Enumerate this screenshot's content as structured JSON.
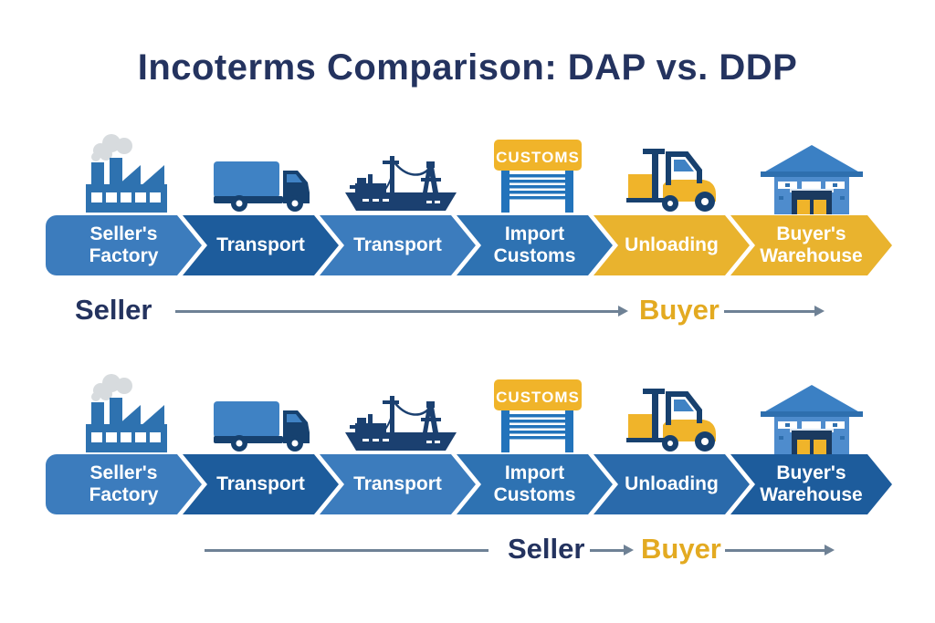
{
  "title": "Incoterms Comparison: DAP vs. DDP",
  "colors": {
    "background": "#ffffff",
    "title_navy": "#24335f",
    "blue_medium": "#3c7cbd",
    "blue_medium_2": "#2e72b2",
    "blue_dark": "#1d5c9c",
    "blue_mid_dark": "#2a6aab",
    "yellow": "#e9b32e",
    "chevron_text": "#ffffff",
    "seller_label_text": "#24335f",
    "buyer_label_text": "#e3aa21",
    "arrow_gray": "#6e8195"
  },
  "icons": {
    "customs_sign": "CUSTOMS"
  },
  "rows": [
    {
      "stages": [
        {
          "label": "Seller's Factory",
          "icon": "factory-icon",
          "color": "blue_medium"
        },
        {
          "label": "Transport",
          "icon": "truck-icon",
          "color": "blue_dark"
        },
        {
          "label": "Transport",
          "icon": "ship-icon",
          "color": "blue_medium"
        },
        {
          "label": "Import Customs",
          "icon": "customs-icon",
          "color": "blue_medium_2"
        },
        {
          "label": "Unloading",
          "icon": "forklift-icon",
          "color": "yellow"
        },
        {
          "label": "Buyer's Warehouse",
          "icon": "warehouse-icon",
          "color": "yellow"
        }
      ],
      "ownership": {
        "seller_label": "Seller",
        "buyer_label": "Buyer"
      }
    },
    {
      "stages": [
        {
          "label": "Seller's Factory",
          "icon": "factory-icon",
          "color": "blue_medium"
        },
        {
          "label": "Transport",
          "icon": "truck-icon",
          "color": "blue_dark"
        },
        {
          "label": "Transport",
          "icon": "ship-icon",
          "color": "blue_medium"
        },
        {
          "label": "Import Customs",
          "icon": "customs-icon",
          "color": "blue_medium_2"
        },
        {
          "label": "Unloading",
          "icon": "forklift-icon",
          "color": "blue_mid_dark"
        },
        {
          "label": "Buyer's Warehouse",
          "icon": "warehouse-icon",
          "color": "blue_dark"
        }
      ],
      "ownership": {
        "seller_label": "Seller",
        "buyer_label": "Buyer"
      }
    }
  ]
}
